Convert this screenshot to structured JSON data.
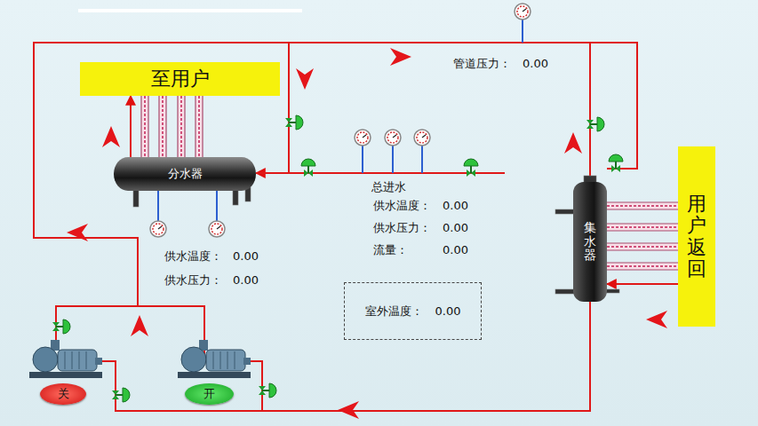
{
  "diagram": {
    "nodes": [
      {
        "text": [
          "至用户"
        ]
      },
      {
        "text": [
          "分水器"
        ]
      },
      {
        "text": [
          "集水器"
        ]
      },
      {
        "text": [
          "用户返回"
        ]
      },
      {
        "text": [
          "室外温度：",
          "0.00"
        ]
      },
      {
        "text": [
          "关"
        ]
      },
      {
        "text": [
          "开"
        ]
      }
    ],
    "edges": [
      {
        "from": 1,
        "to": 0,
        "arrow": "to"
      },
      {
        "from": 3,
        "to": 2,
        "arrow": "to"
      },
      {
        "from": 2,
        "to": 1,
        "arrow": "to"
      }
    ],
    "labels": [
      "管道压力：",
      "0.00",
      "总进水",
      "供水温度：",
      "0.00",
      "供水压力：",
      "0.00",
      "流量：",
      "0.00",
      "供水温度：",
      "0.00",
      "供水压力：",
      "0.00"
    ]
  }
}
